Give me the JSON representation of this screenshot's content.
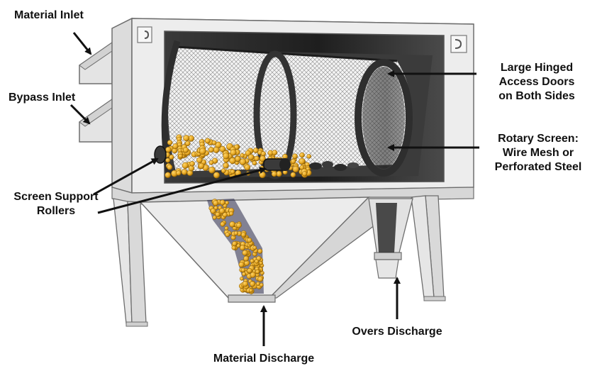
{
  "diagram": {
    "labels": {
      "material_inlet": "Material Inlet",
      "bypass_inlet": "Bypass Inlet",
      "large_hinged_doors": [
        "Large Hinged",
        "Access Doors",
        "on Both Sides"
      ],
      "rotary_screen": [
        "Rotary Screen:",
        "Wire Mesh or",
        "Perforated Steel"
      ],
      "screen_support_rollers": [
        "Screen Support",
        "Rollers"
      ],
      "material_discharge": "Material Discharge",
      "overs_discharge": "Overs Discharge"
    },
    "colors": {
      "housing": "#e9e9e9",
      "housing_edge": "#6e6e6e",
      "interior_dark": "#2b2b2b",
      "mesh": "#8a8a8a",
      "material": "#e3a31e",
      "material_edge": "#9a6a0a",
      "arrow": "#111111"
    },
    "icons": [
      "handle-icon-left",
      "handle-icon-right"
    ]
  }
}
